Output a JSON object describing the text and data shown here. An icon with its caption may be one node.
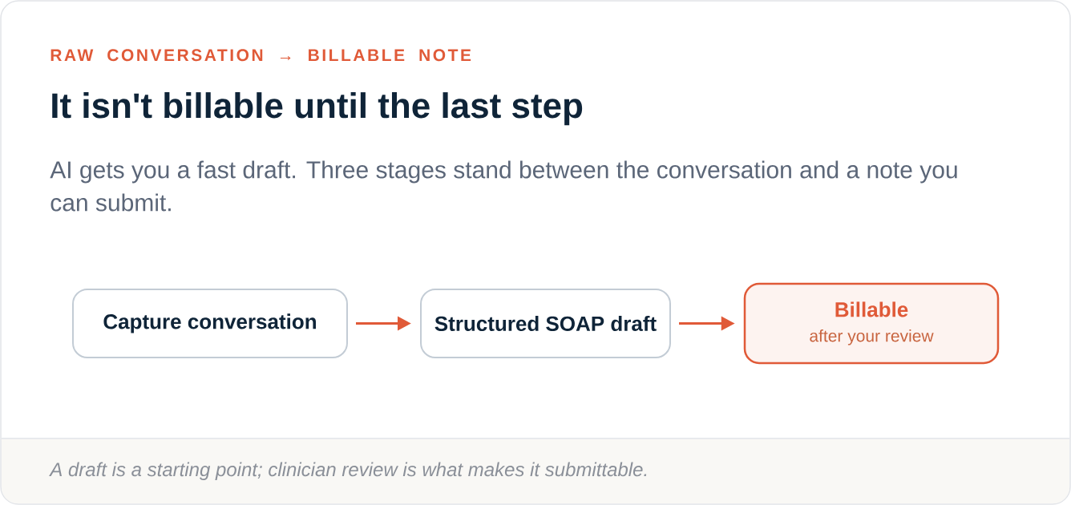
{
  "diagram": {
    "title": "It isn't billable until the last step",
    "caption": "A draft is a starting point; clinician review is what makes it submittable.",
    "nodes": [
      {
        "text": [
          "Capture conversation"
        ]
      },
      {
        "text": [
          "Structured SOAP draft"
        ]
      },
      {
        "text": [
          "Billable",
          "after your review"
        ]
      }
    ],
    "edges": [
      {
        "from": 0,
        "to": 1,
        "arrow": "to"
      },
      {
        "from": 1,
        "to": 2,
        "arrow": "to"
      }
    ],
    "labels": [
      "RAW CONVERSATION → BILLABLE NOTE",
      "AI gets you a fast draft. Three stages stand between the conversation and a note you can submit."
    ]
  }
}
